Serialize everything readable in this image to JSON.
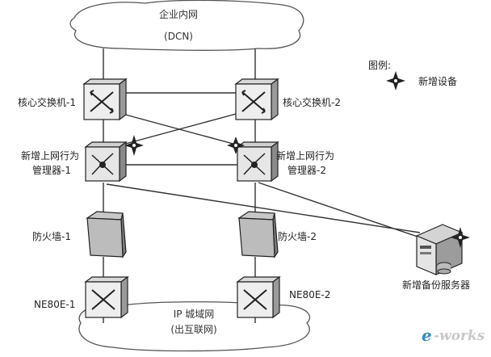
{
  "nodes": {
    "core_switch_1": "核心交换机-1",
    "core_switch_2": "核心交换机-2",
    "behavior_mgr_1_line1": "新增上网行为",
    "behavior_mgr_1_line2": "管理器-1",
    "behavior_mgr_2_line1": "新增上网行为",
    "behavior_mgr_2_line2": "管理器-2",
    "firewall_1": "防火墙-1",
    "firewall_2": "防火墙-2",
    "router_1": "NE80E-1",
    "router_2": "NE80E-2",
    "backup_server": "新增备份服务器"
  },
  "clouds": {
    "top_line1": "企业内网",
    "top_line2": "(DCN)",
    "bottom_line1": "IP 城域网",
    "bottom_line2": "(出互联网)"
  },
  "legend": {
    "title": "图例:",
    "new_device": "新增设备"
  },
  "watermark": {
    "part1": "e",
    "part2": "-works"
  }
}
